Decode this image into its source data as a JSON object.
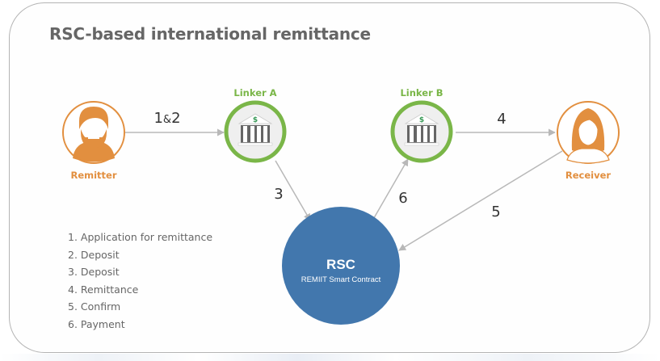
{
  "title": "RSC-based international remittance",
  "colors": {
    "person": "#e28f3f",
    "linker": "#7ab648",
    "linker_fill": "#efefef",
    "rsc": "#4277ad",
    "arrow": "#b8b8b8",
    "dollar": "#3a9a58"
  },
  "nodes": {
    "remitter": {
      "label": "Remitter",
      "icon": "man-avatar-icon"
    },
    "linker_a": {
      "label": "Linker A",
      "icon": "bank-icon",
      "symbol": "$"
    },
    "linker_b": {
      "label": "Linker B",
      "icon": "bank-icon",
      "symbol": "$"
    },
    "receiver": {
      "label": "Receiver",
      "icon": "woman-avatar-icon"
    },
    "rsc": {
      "title": "RSC",
      "subtitle": "REMIIT Smart Contract"
    }
  },
  "edges": {
    "e12": {
      "num1": "1",
      "amp": "&",
      "num2": "2",
      "from": "Remitter",
      "to": "Linker A"
    },
    "e3": {
      "label": "3",
      "from": "Linker A",
      "to": "RSC"
    },
    "e4": {
      "label": "4",
      "from": "Linker B",
      "to": "Receiver"
    },
    "e5": {
      "label": "5",
      "from": "Receiver",
      "to": "RSC"
    },
    "e6": {
      "label": "6",
      "from": "RSC",
      "to": "Linker B"
    }
  },
  "legend": [
    "1. Application for remittance",
    "2. Deposit",
    "3. Deposit",
    "4. Remittance",
    "5. Confirm",
    "6. Payment"
  ]
}
